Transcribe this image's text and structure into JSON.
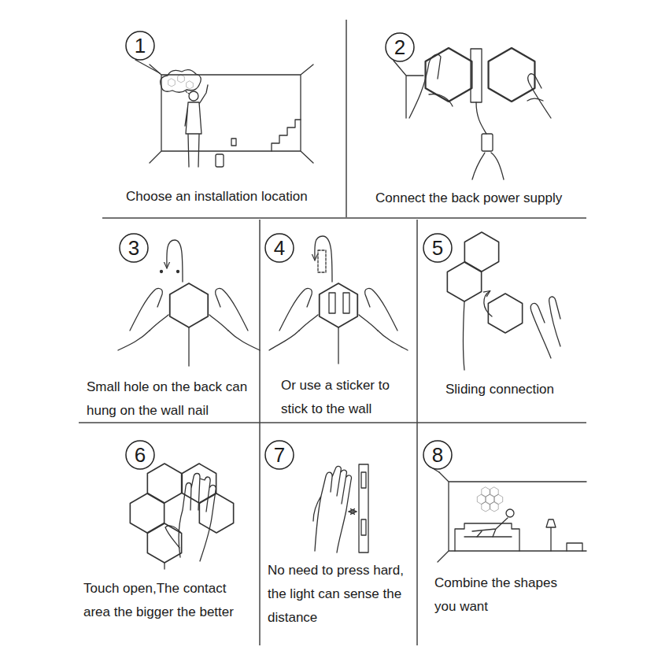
{
  "diagram": {
    "nodes": [
      {
        "text": [
          "Choose an installation location"
        ]
      },
      {
        "text": [
          "1"
        ],
        "in": 0
      },
      {
        "text": [
          "Connect the back power supply"
        ]
      },
      {
        "text": [
          "2"
        ],
        "in": 2
      },
      {
        "text": [
          "Small hole on the back can hung on the wall nail"
        ]
      },
      {
        "text": [
          "3"
        ],
        "in": 4
      },
      {
        "text": [
          "Or use a sticker to stick to the wall"
        ]
      },
      {
        "text": [
          "4"
        ],
        "in": 6
      },
      {
        "text": [
          "Sliding connection"
        ]
      },
      {
        "text": [
          "5"
        ],
        "in": 8
      },
      {
        "text": [
          "Touch open,The contact area the bigger the better"
        ]
      },
      {
        "text": [
          "6"
        ],
        "in": 10
      },
      {
        "text": [
          "No need to press hard, the light can sense the distance"
        ]
      },
      {
        "text": [
          "7"
        ],
        "in": 12
      },
      {
        "text": [
          "Combine the shapes you want"
        ]
      },
      {
        "text": [
          "8"
        ],
        "in": 14
      }
    ]
  }
}
